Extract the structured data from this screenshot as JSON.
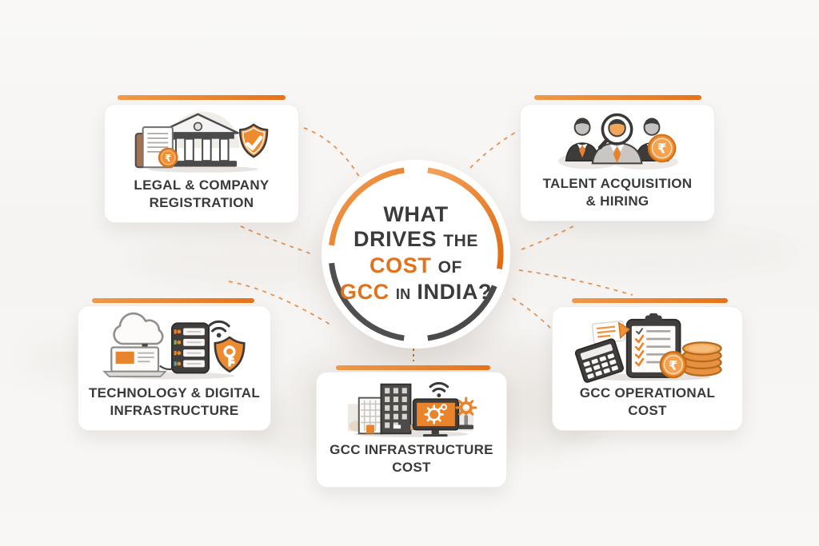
{
  "title": {
    "l1": "WHAT",
    "l2a": "DRIVES",
    "l2b": "THE",
    "l3a": "COST",
    "l3b": "OF",
    "l4a": "GCC",
    "l4b": "IN",
    "l4c": "INDIA?"
  },
  "glyphs": {
    "rupee": "₹"
  },
  "colors": {
    "accent_orange": "#E8731A",
    "accent_orange_light": "#F09A4A",
    "ring_dark": "#4A4A4A",
    "title_dark": "#3B3B3B",
    "title_orange": "#E2711D",
    "card_bg": "#FFFFFF",
    "page_bg": "#F7F5F3"
  },
  "cards": [
    {
      "id": "legal-company-registration",
      "lines": [
        "LEGAL & COMPANY",
        "REGISTRATION"
      ],
      "icon": "bank-document-check-shield-icon"
    },
    {
      "id": "talent-acquisition-hiring",
      "lines": [
        "TALENT ACQUISITION",
        "& HIRING"
      ],
      "icon": "team-magnifier-rupee-coin-icon"
    },
    {
      "id": "technology-digital-infrastructure",
      "lines": [
        "TECHNOLOGY & DIGITAL",
        "INFRASTRUCTURE"
      ],
      "icon": "cloud-server-laptop-key-shield-icon"
    },
    {
      "id": "gcc-infrastructure-cost",
      "lines": [
        "GCC INFRASTRUCTURE",
        "COST"
      ],
      "icon": "buildings-monitor-gear-wifi-icon"
    },
    {
      "id": "gcc-operational-cost",
      "lines": [
        "GCC OPERATIONAL",
        "COST"
      ],
      "icon": "calculator-clipboard-coins-rupee-icon"
    }
  ]
}
